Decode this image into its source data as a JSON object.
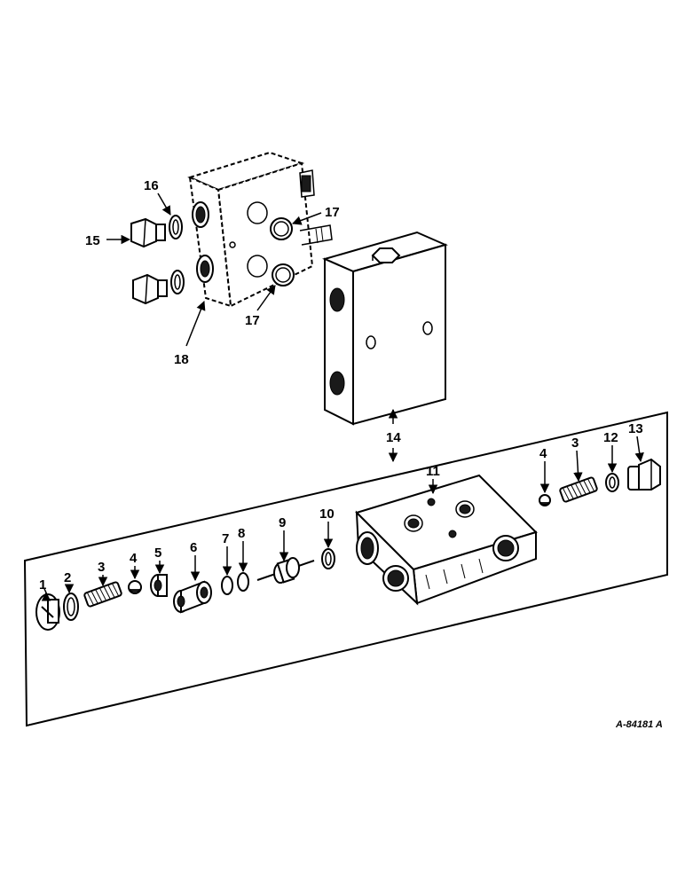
{
  "diagram": {
    "reference_code": "A-84181 A",
    "callouts": {
      "c1": "1",
      "c2": "2",
      "c3a": "3",
      "c4a": "4",
      "c5": "5",
      "c6": "6",
      "c7": "7",
      "c8": "8",
      "c9": "9",
      "c10": "10",
      "c11": "11",
      "c4b": "4",
      "c3b": "3",
      "c12": "12",
      "c13": "13",
      "c14": "14",
      "c15": "15",
      "c16": "16",
      "c17a": "17",
      "c17b": "17",
      "c18": "18"
    }
  }
}
